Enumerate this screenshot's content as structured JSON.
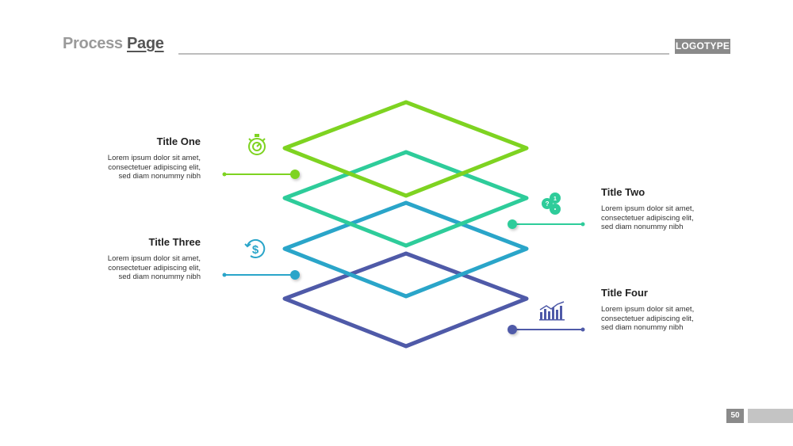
{
  "header": {
    "title_part1": "Process",
    "title_part2": "Page",
    "logo": "LOGOTYPE"
  },
  "items": [
    {
      "title": "Title One",
      "lines": [
        "Lorem ipsum dolor sit amet,",
        "consectetuer adipiscing elit,",
        "sed diam nonummy nibh"
      ],
      "color": "#7ed321",
      "icon": "stopwatch-icon"
    },
    {
      "title": "Title Two",
      "lines": [
        "Lorem ipsum dolor sit amet,",
        "consectetuer adipiscing elit,",
        "sed diam nonummy nibh"
      ],
      "color": "#2ecc9a",
      "icon": "process-cycle-icon"
    },
    {
      "title": "Title Three",
      "lines": [
        "Lorem ipsum dolor sit amet,",
        "consectetuer adipiscing elit,",
        "sed diam nonummy nibh"
      ],
      "color": "#2aa5c9",
      "icon": "dollar-refresh-icon"
    },
    {
      "title": "Title Four",
      "lines": [
        "Lorem ipsum dolor sit amet,",
        "consectetuer adipiscing elit,",
        "sed diam nonummy nibh"
      ],
      "color": "#4f5aa8",
      "icon": "bar-chart-icon"
    }
  ],
  "footer": {
    "page_number": "50"
  }
}
